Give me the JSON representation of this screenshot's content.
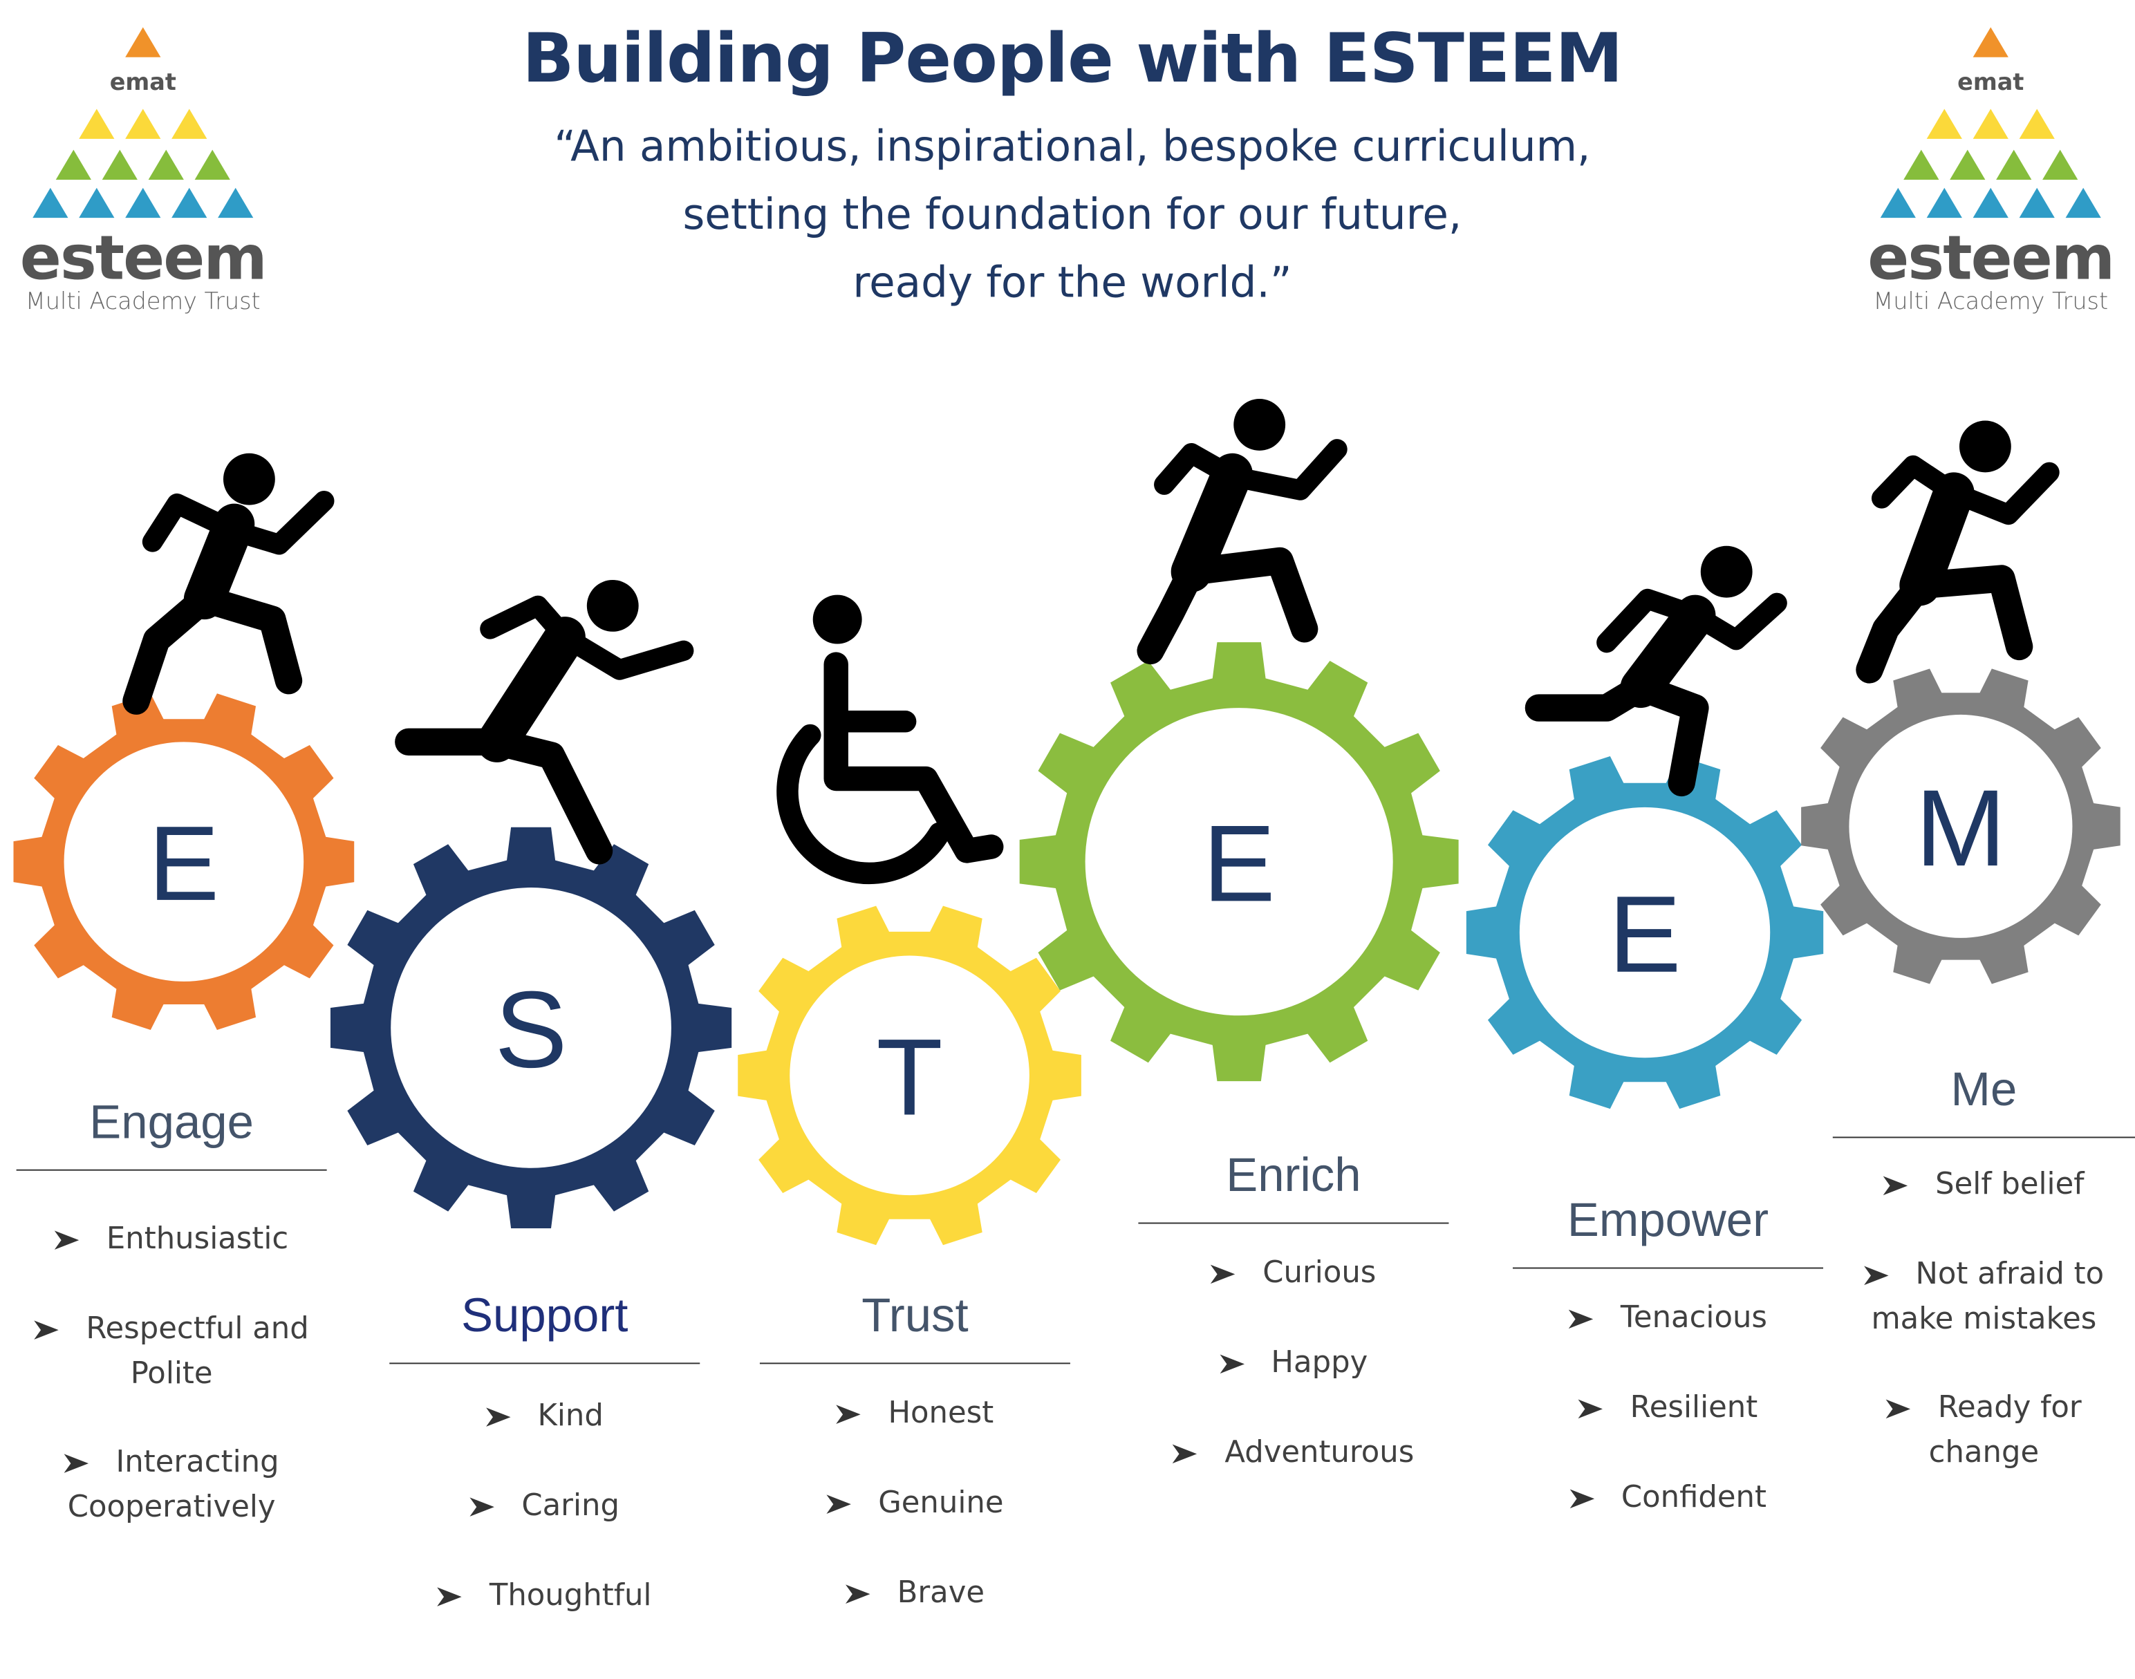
{
  "header": {
    "title": "Building People with ESTEEM",
    "quote": [
      "“An ambitious, inspirational, bespoke curriculum,",
      "setting the foundation for our future,",
      "ready for the world.”"
    ]
  },
  "logo": {
    "top": "emat",
    "name": "esteem",
    "subtitle": "Multi Academy Trust"
  },
  "colors": {
    "navy": "#1f3864",
    "orange": "#ed7d31",
    "darknavy": "#203864",
    "yellow": "#fcd93c",
    "green": "#8bbd3f",
    "blue": "#3aa0c4",
    "gray": "#808080"
  },
  "columns": [
    {
      "letter": "E",
      "label": "Engage",
      "items": [
        "Enthusiastic",
        "Respectful and Polite",
        "Interacting Cooperatively"
      ]
    },
    {
      "letter": "S",
      "label": "Support",
      "items": [
        "Kind",
        "Caring",
        "Thoughtful"
      ]
    },
    {
      "letter": "T",
      "label": "Trust",
      "items": [
        "Honest",
        "Genuine",
        "Brave"
      ]
    },
    {
      "letter": "E",
      "label": "Enrich",
      "items": [
        "Curious",
        "Happy",
        "Adventurous"
      ]
    },
    {
      "letter": "E",
      "label": "Empower",
      "items": [
        "Tenacious",
        "Resilient",
        "Confident"
      ]
    },
    {
      "letter": "M",
      "label": "Me",
      "items": [
        "Self belief",
        "Not afraid to make mistakes",
        "Ready for change"
      ]
    }
  ]
}
